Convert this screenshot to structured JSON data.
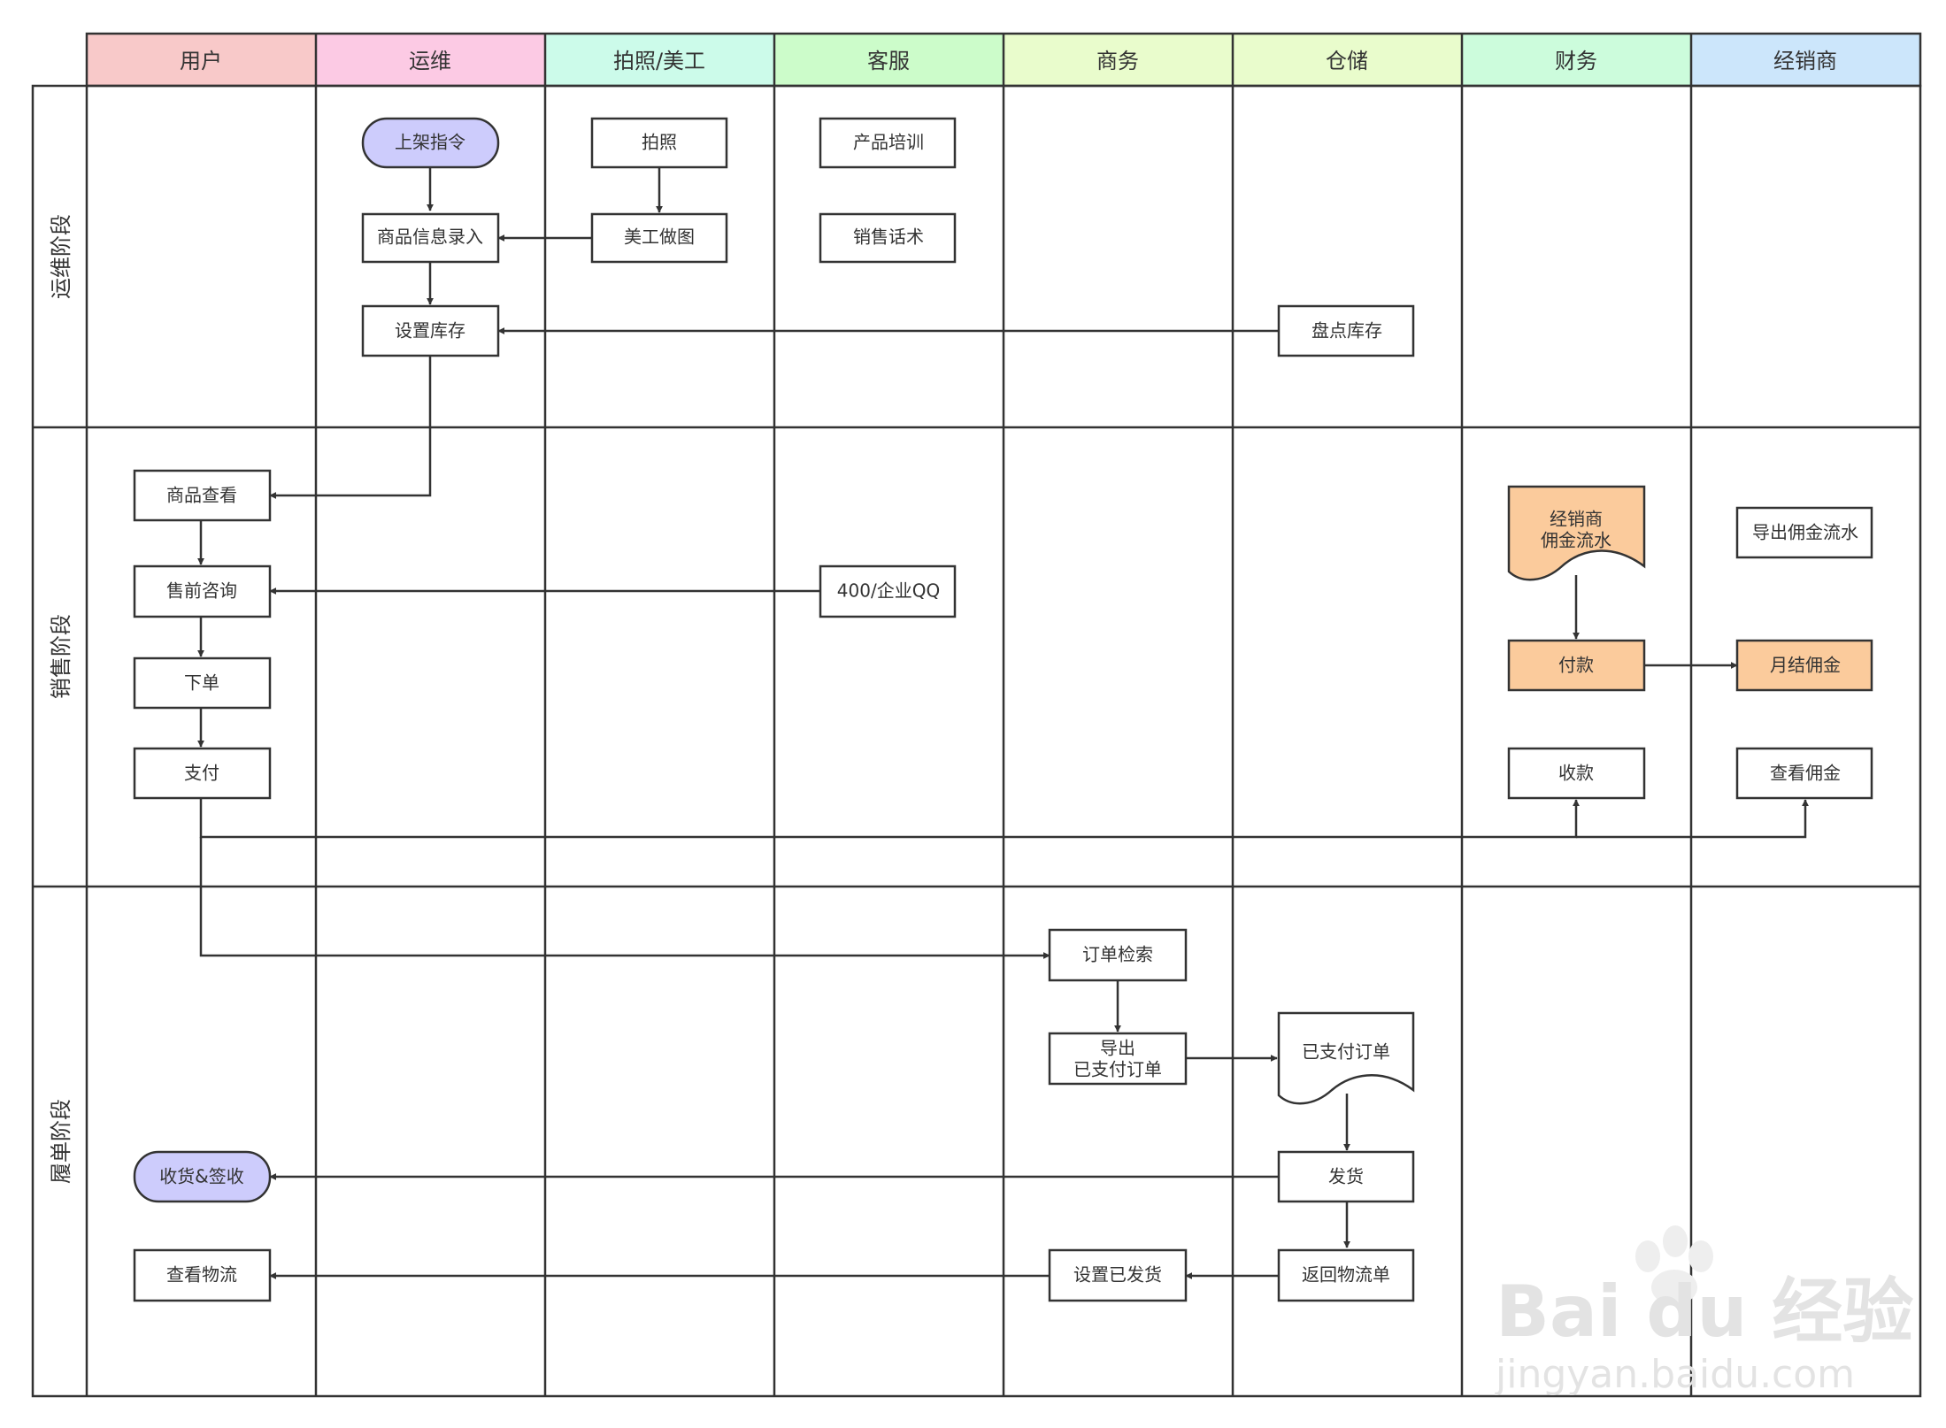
{
  "columns": [
    {
      "label": "用户",
      "color": "#f8c9c9"
    },
    {
      "label": "运维",
      "color": "#fccae4"
    },
    {
      "label": "拍照/美工",
      "color": "#ccfbea"
    },
    {
      "label": "客服",
      "color": "#ccfcca"
    },
    {
      "label": "商务",
      "color": "#e9fccc"
    },
    {
      "label": "仓储",
      "color": "#e9fccc"
    },
    {
      "label": "财务",
      "color": "#ccfcdc"
    },
    {
      "label": "经销商",
      "color": "#cce6fb"
    }
  ],
  "phases": [
    {
      "label": "运维阶段"
    },
    {
      "label": "销售阶段"
    },
    {
      "label": "履单阶段"
    }
  ],
  "nodes": {
    "shelf_cmd": "上架指令",
    "photo": "拍照",
    "training": "产品培训",
    "product_entry": "商品信息录入",
    "art_design": "美工做图",
    "sales_script": "销售话术",
    "set_stock": "设置库存",
    "count_stock": "盘点库存",
    "view_product": "商品查看",
    "presale_consult": "售前咨询",
    "qq_service": "400/企业QQ",
    "place_order": "下单",
    "pay": "支付",
    "dealer_commission_flow": [
      "经销商",
      "佣金流水"
    ],
    "export_commission": "导出佣金流水",
    "payment": "付款",
    "monthly_commission": "月结佣金",
    "receive_payment": "收款",
    "view_commission": "查看佣金",
    "order_search": "订单检索",
    "export_paid": [
      "导出",
      "已支付订单"
    ],
    "paid_orders_doc": "已支付订单",
    "receive_sign": "收货&签收",
    "ship": "发货",
    "view_logistics": "查看物流",
    "set_shipped": "设置已发货",
    "return_waybill": "返回物流单"
  },
  "colors": {
    "terminator_fill": "#cdccfc",
    "highlight_fill": "#fbcb9c",
    "line": "#333333"
  },
  "watermark": {
    "logo": "Bai du 经验",
    "url": "jingyan.baidu.com"
  }
}
